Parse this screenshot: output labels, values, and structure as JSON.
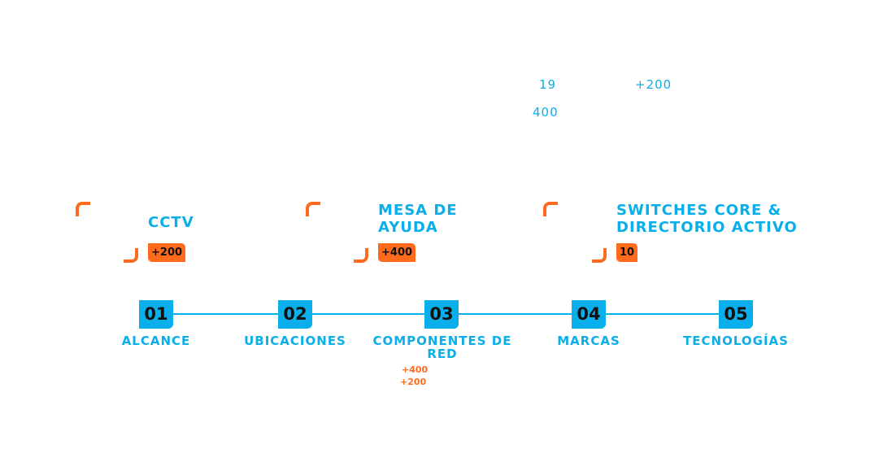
{
  "stats": {
    "a": "19",
    "b": "+200",
    "c": "400"
  },
  "cards": [
    {
      "title": "CCTV",
      "badge": "+200"
    },
    {
      "title": "MESA DE AYUDA",
      "badge": "+400"
    },
    {
      "title": "SWITCHES CORE & DIRECTORIO ACTIVO",
      "badge": "10"
    }
  ],
  "steps": [
    {
      "num": "01",
      "label": "ALCANCE"
    },
    {
      "num": "02",
      "label": "UBICACIONES"
    },
    {
      "num": "03",
      "label": "COMPONENTES DE RED",
      "sub": [
        "+400",
        "+200"
      ]
    },
    {
      "num": "04",
      "label": "MARCAS"
    },
    {
      "num": "05",
      "label": "TECNOLOGÍAS"
    }
  ],
  "colors": {
    "accent": "#0aaeea",
    "orange": "#ff6a1c"
  }
}
